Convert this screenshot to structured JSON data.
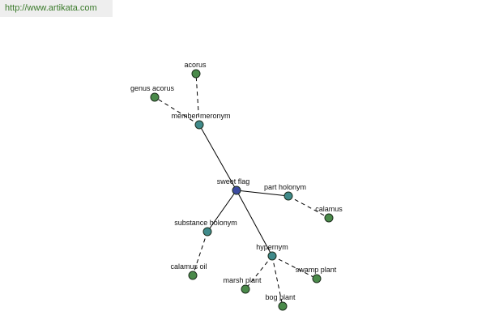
{
  "banner": {
    "url_text": "http://www.artikata.com"
  },
  "colors": {
    "central": "#3b4aa0",
    "relation": "#3f8a8a",
    "leaf": "#4a8a4a"
  },
  "graph": {
    "nodes": [
      {
        "id": "sweet-flag",
        "label": "sweet flag",
        "kind": "central"
      },
      {
        "id": "member-meronym",
        "label": "member meronym",
        "kind": "relation"
      },
      {
        "id": "part-holonym",
        "label": "part holonym",
        "kind": "relation"
      },
      {
        "id": "substance-holonym",
        "label": "substance holonym",
        "kind": "relation"
      },
      {
        "id": "hypernym",
        "label": "hypernym",
        "kind": "relation"
      },
      {
        "id": "acorus",
        "label": "acorus",
        "kind": "leaf"
      },
      {
        "id": "genus-acorus",
        "label": "genus acorus",
        "kind": "leaf"
      },
      {
        "id": "calamus",
        "label": "calamus",
        "kind": "leaf"
      },
      {
        "id": "calamus-oil",
        "label": "calamus oil",
        "kind": "leaf"
      },
      {
        "id": "marsh-plant",
        "label": "marsh plant",
        "kind": "leaf"
      },
      {
        "id": "bog-plant",
        "label": "bog plant",
        "kind": "leaf"
      },
      {
        "id": "swamp-plant",
        "label": "swamp plant",
        "kind": "leaf"
      }
    ],
    "edges": [
      {
        "from": "sweet-flag",
        "to": "member-meronym",
        "style": "solid"
      },
      {
        "from": "sweet-flag",
        "to": "part-holonym",
        "style": "solid"
      },
      {
        "from": "sweet-flag",
        "to": "substance-holonym",
        "style": "solid"
      },
      {
        "from": "sweet-flag",
        "to": "hypernym",
        "style": "solid"
      },
      {
        "from": "member-meronym",
        "to": "acorus",
        "style": "dashed"
      },
      {
        "from": "member-meronym",
        "to": "genus-acorus",
        "style": "dashed"
      },
      {
        "from": "part-holonym",
        "to": "calamus",
        "style": "dashed"
      },
      {
        "from": "substance-holonym",
        "to": "calamus-oil",
        "style": "dashed"
      },
      {
        "from": "hypernym",
        "to": "marsh-plant",
        "style": "dashed"
      },
      {
        "from": "hypernym",
        "to": "bog-plant",
        "style": "dashed"
      },
      {
        "from": "hypernym",
        "to": "swamp-plant",
        "style": "dashed"
      }
    ]
  }
}
